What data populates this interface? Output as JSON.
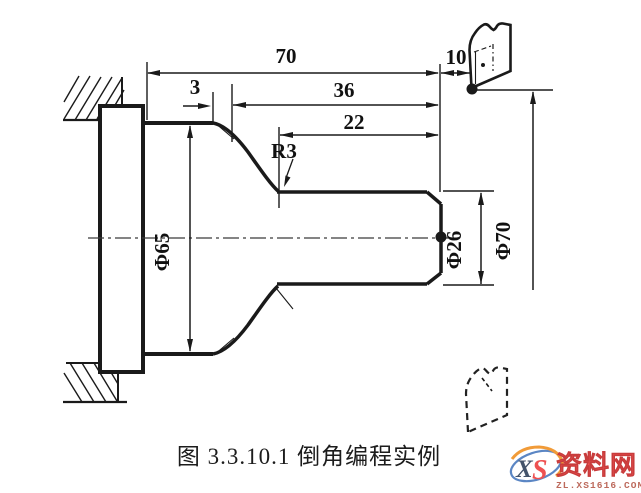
{
  "figure_caption": "图 3.3.10.1  倒角编程实例",
  "dimensions": {
    "length_total": "70",
    "tool_gap": "10",
    "chamfer_length": "3",
    "length_36": "36",
    "length_22": "22",
    "fillet_radius": "R3",
    "dia_blank": "Φ65",
    "dia_small_end": "Φ26",
    "dia_tool_start": "Φ70"
  },
  "watermark": {
    "logo_x": "X",
    "logo_s": "S",
    "site_name": "资料网",
    "site_url": "ZL.XS1616.COM"
  },
  "colors": {
    "line": "#1a1a1a",
    "watermark_red": "#ee5151",
    "watermark_blue": "#44546b",
    "watermark_orange": "#f19b38",
    "watermark_ellipse": "#5b86c4",
    "watermark_brown": "#bd6a5c"
  }
}
